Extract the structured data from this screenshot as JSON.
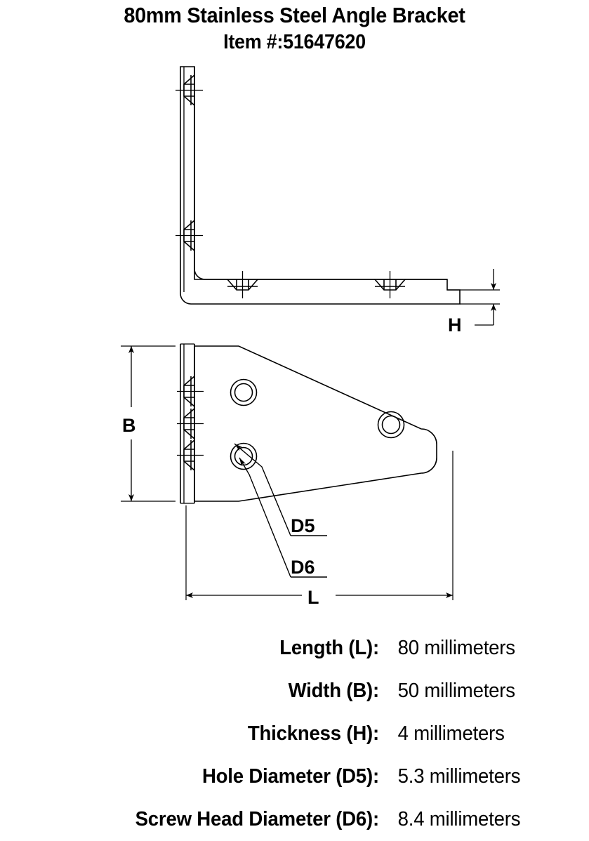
{
  "title": {
    "product_name": "80mm Stainless Steel Angle Bracket",
    "item_line": "Item #:51647620"
  },
  "drawing": {
    "dimension_labels": {
      "thickness": "H",
      "width": "B",
      "length": "L",
      "hole_diameter": "D5",
      "screw_head_diameter": "D6"
    }
  },
  "specifications": [
    {
      "label": "Length (L):",
      "value": "80 millimeters"
    },
    {
      "label": "Width (B):",
      "value": "50 millimeters"
    },
    {
      "label": "Thickness (H):",
      "value": "4 millimeters"
    },
    {
      "label": "Hole Diameter (D5):",
      "value": "5.3 millimeters"
    },
    {
      "label": "Screw Head Diameter (D6):",
      "value": "8.4 millimeters"
    }
  ],
  "chart_data": {
    "type": "table",
    "title": "80mm Stainless Steel Angle Bracket",
    "categories": [
      "Length (L)",
      "Width (B)",
      "Thickness (H)",
      "Hole Diameter (D5)",
      "Screw Head Diameter (D6)"
    ],
    "values": [
      80,
      50,
      4,
      5.3,
      8.4
    ],
    "units": "millimeters"
  }
}
